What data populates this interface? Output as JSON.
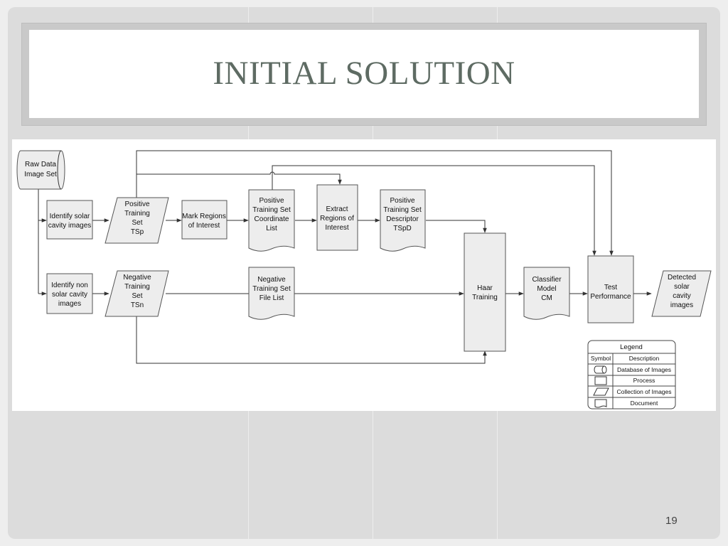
{
  "slide": {
    "title": "INITIAL SOLUTION",
    "page_number": "19"
  },
  "nodes": {
    "raw_data": [
      "Raw Data",
      "Image Set"
    ],
    "identify_solar": [
      "Identify solar",
      "cavity images"
    ],
    "positive_set": [
      "Positive",
      "Training",
      "Set",
      "TSp"
    ],
    "mark_regions": [
      "Mark Regions",
      "of Interest"
    ],
    "pos_coord_list": [
      "Positive",
      "Training Set",
      "Coordinate",
      "List"
    ],
    "extract_regions": [
      "Extract",
      "Regions of",
      "Interest"
    ],
    "pos_descriptor": [
      "Positive",
      "Training Set",
      "Descriptor",
      "TSpD"
    ],
    "identify_non_solar": [
      "Identify non",
      "solar cavity",
      "images"
    ],
    "negative_set": [
      "Negative",
      "Training",
      "Set",
      "TSn"
    ],
    "neg_file_list": [
      "Negative",
      "Training Set",
      "File List"
    ],
    "haar_training": [
      "Haar",
      "Training"
    ],
    "classifier_model": [
      "Classifier",
      "Model",
      "CM"
    ],
    "test_performance": [
      "Test",
      "Performance"
    ],
    "detected_images": [
      "Detected",
      "solar",
      "cavity",
      "images"
    ]
  },
  "legend": {
    "title": "Legend",
    "col_symbol": "Symbol",
    "col_description": "Description",
    "rows": [
      "Database of Images",
      "Process",
      "Collection of Images",
      "Document"
    ]
  }
}
